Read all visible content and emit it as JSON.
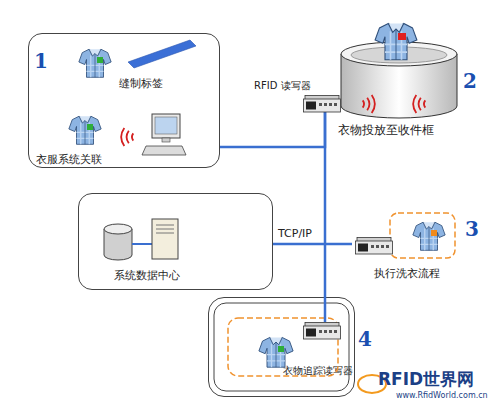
{
  "diagram": {
    "nodes": [
      {
        "text": [
          "缝制标签",
          "衣服系统关联"
        ]
      },
      {
        "text": [
          "衣物投放至收件框"
        ]
      },
      {
        "text": [
          "系统数据中心"
        ]
      },
      {
        "text": [
          "执行洗衣流程"
        ]
      },
      {
        "text": [
          "衣物追踪读写器"
        ]
      }
    ],
    "edges": [
      {
        "from": 0,
        "to": 1,
        "arrow": "none"
      },
      {
        "from": 1,
        "to": 4,
        "arrow": "none"
      },
      {
        "from": 2,
        "to": 3,
        "label": "TCP/IP",
        "arrow": "none"
      }
    ],
    "labels": [
      "1",
      "RFID 读写器",
      "2",
      "3",
      "4",
      "RFID世界网",
      "www.RfidWorld.com.cn"
    ]
  }
}
